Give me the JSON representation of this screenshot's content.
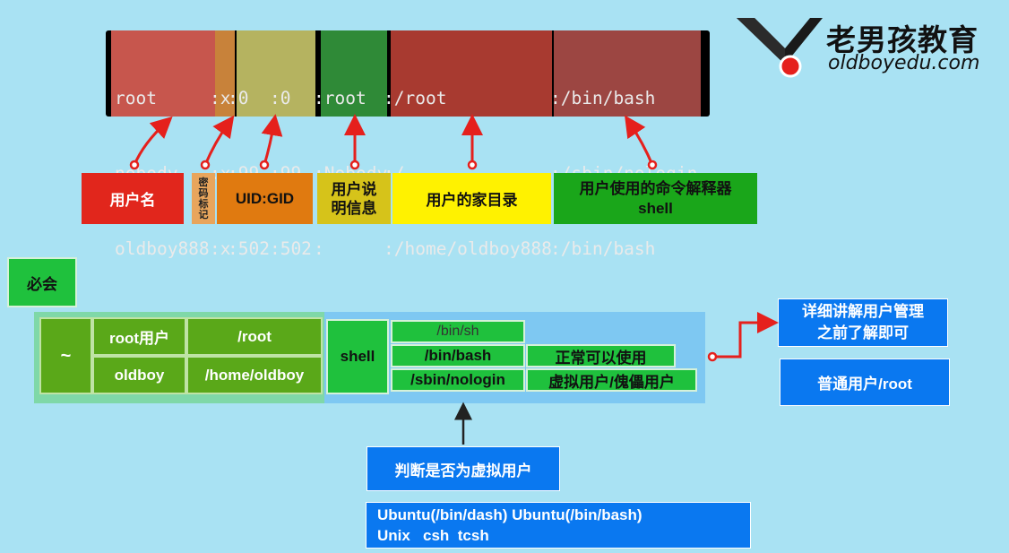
{
  "logo": {
    "cn": "老男孩教育",
    "en": "oldboyedu.com"
  },
  "passwd": {
    "user": [
      "root",
      "nobody",
      "oldboy888"
    ],
    "x": [
      ":x",
      ":x",
      ":x"
    ],
    "ids": [
      ":0  :0",
      ":99 :99",
      ":502:502"
    ],
    "desc": [
      ":root",
      ":Nobody",
      ":"
    ],
    "home": [
      ":/root",
      ":/",
      ":/home/oldboy888"
    ],
    "shell": [
      ":/bin/bash",
      ":/sbin/nologin",
      ":/bin/bash"
    ]
  },
  "labels": {
    "username": "用户名",
    "pwmark": "密\n码\n标\n记",
    "uidgid": "UID:GID",
    "desc": "用户说\n明信息",
    "home": "用户的家目录",
    "shell": "用户使用的命令解释器\nshell"
  },
  "must": "必会",
  "home_table": {
    "tilde": "~",
    "rows": [
      [
        "root用户",
        "/root"
      ],
      [
        "oldboy",
        "/home/oldboy"
      ]
    ]
  },
  "shell_table": {
    "title": "shell",
    "items": [
      "/bin/sh",
      "/bin/bash",
      "/sbin/nologin"
    ],
    "notes": [
      "正常可以使用",
      "虚拟用户/傀儡用户"
    ]
  },
  "right_notes": {
    "detail": "详细讲解用户管理\n之前了解即可",
    "normal": "普通用户/root"
  },
  "judge": "判断是否为虚拟用户",
  "distros": "Ubuntu(/bin/dash) Ubuntu(/bin/bash)\nUnix   csh  tcsh",
  "colors": {
    "username": "#e0584e",
    "pwmark": "#d6913a",
    "ids": "#bfbf55",
    "desc": "#2f8a37",
    "home": "#c0392b",
    "shell": "#b04a45"
  }
}
